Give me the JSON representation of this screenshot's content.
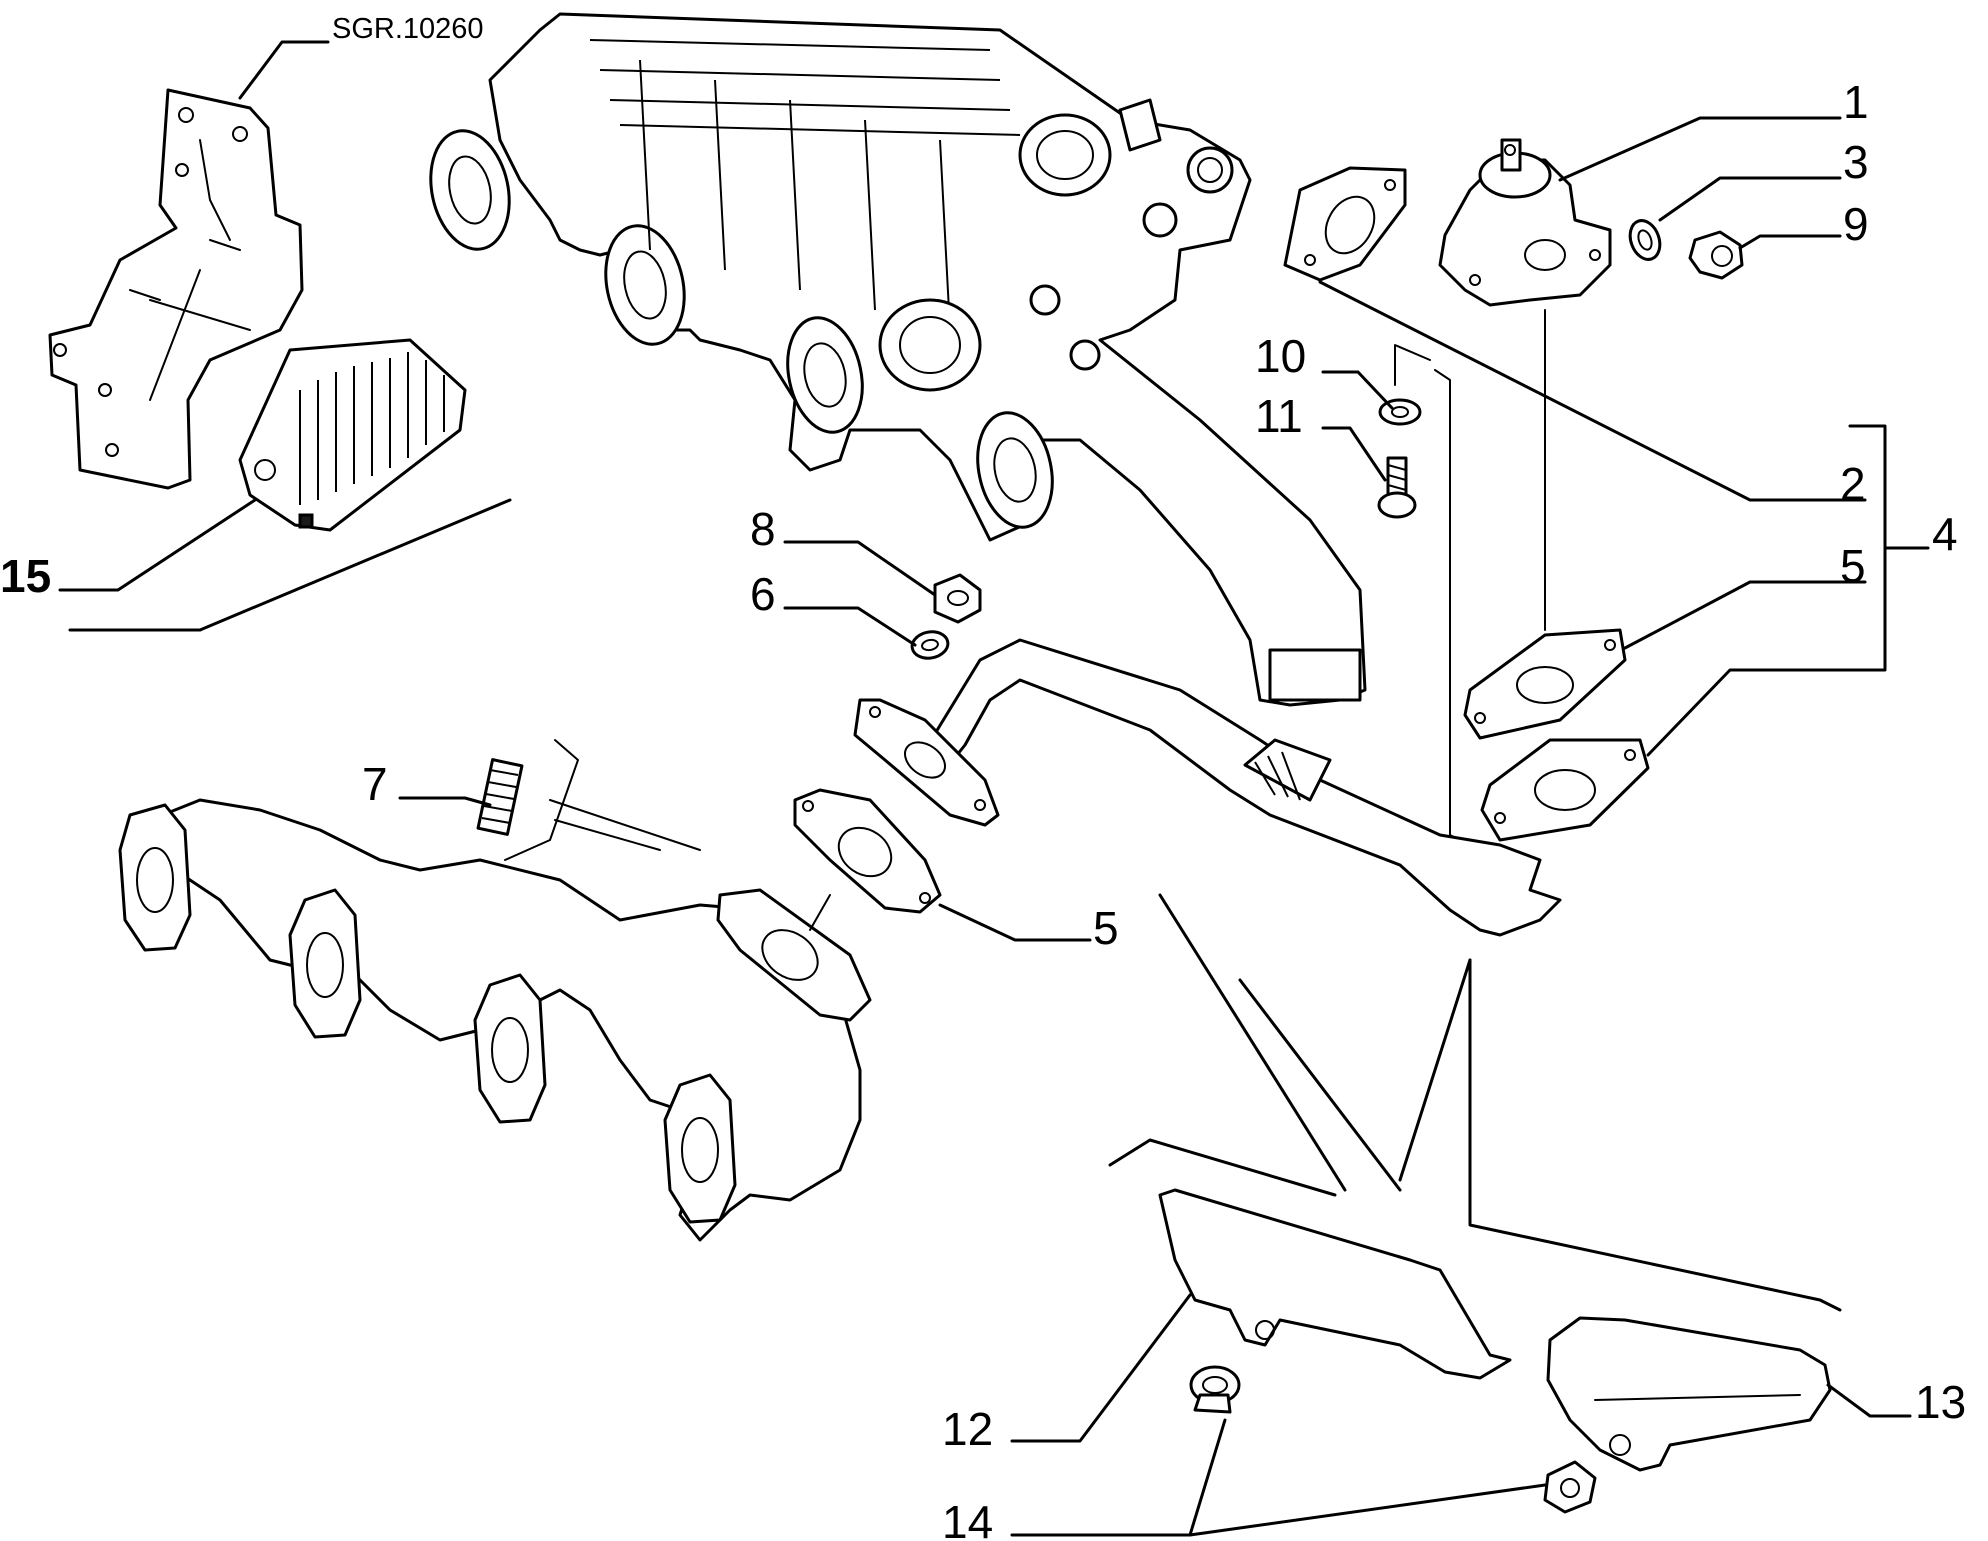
{
  "diagram": {
    "drawing_code": "SGR.10260",
    "callouts": [
      {
        "id": "1",
        "text": "1"
      },
      {
        "id": "2",
        "text": "2"
      },
      {
        "id": "3",
        "text": "3"
      },
      {
        "id": "4",
        "text": "4"
      },
      {
        "id": "5a",
        "text": "5"
      },
      {
        "id": "5b",
        "text": "5"
      },
      {
        "id": "6",
        "text": "6"
      },
      {
        "id": "7",
        "text": "7"
      },
      {
        "id": "8",
        "text": "8"
      },
      {
        "id": "9",
        "text": "9"
      },
      {
        "id": "10",
        "text": "10"
      },
      {
        "id": "11",
        "text": "11"
      },
      {
        "id": "12",
        "text": "12"
      },
      {
        "id": "13",
        "text": "13"
      },
      {
        "id": "14",
        "text": "14"
      },
      {
        "id": "15",
        "text": "15"
      }
    ]
  }
}
